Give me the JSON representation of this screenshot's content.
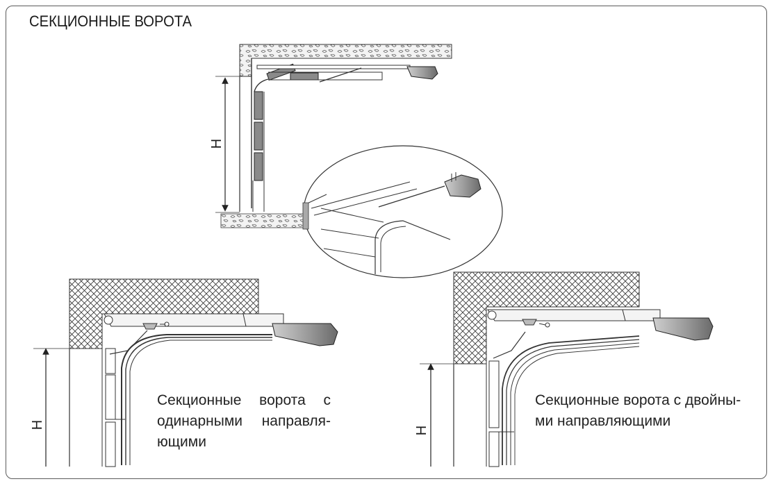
{
  "title": "СЕКЦИОННЫЕ ВОРОТА",
  "height_label": "H",
  "caption_left": {
    "line1": "Секционные ворота с",
    "line2": "одинарными направля-",
    "line3": "ющими"
  },
  "caption_right": {
    "line1": "Секционные ворота с двойны-",
    "line2": "ми направляющими"
  },
  "colors": {
    "frame": "#5a5a5a",
    "line": "#2a2a2a",
    "motor_dark": "#6a6a6a",
    "motor_light": "#b8b8b8"
  }
}
